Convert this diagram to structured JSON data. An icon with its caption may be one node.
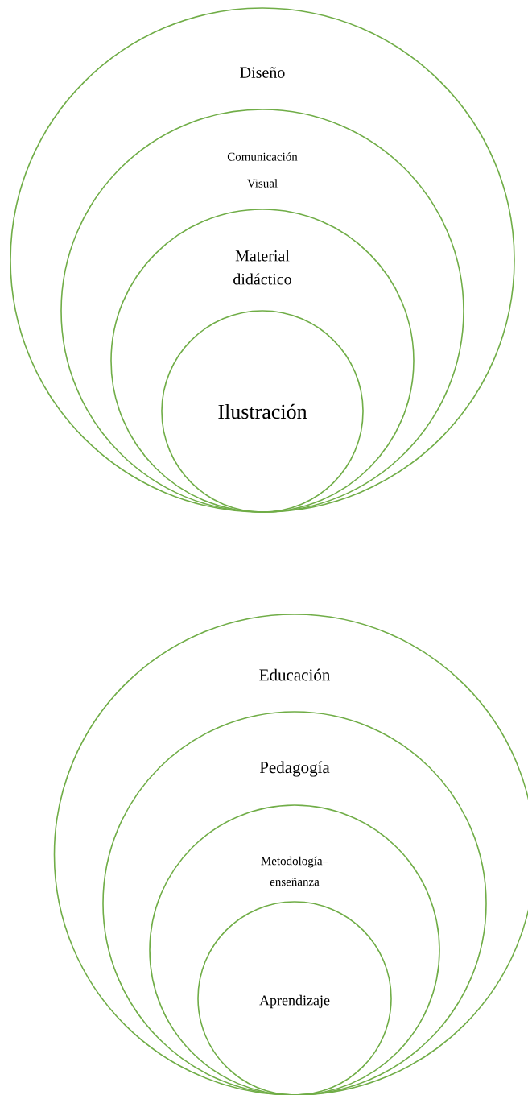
{
  "diagram": {
    "nodes": [
      {
        "text": [
          "Diseño"
        ]
      },
      {
        "text": [
          "Comunicación Visual"
        ],
        "in": 0
      },
      {
        "text": [
          "Material didáctico"
        ],
        "in": 1
      },
      {
        "text": [
          "Ilustración"
        ],
        "in": 2
      },
      {
        "text": [
          "Educación"
        ]
      },
      {
        "text": [
          "Pedagogía"
        ],
        "in": 4
      },
      {
        "text": [
          "Metodología– enseñanza"
        ],
        "in": 5
      },
      {
        "text": [
          "Aprendizaje"
        ],
        "in": 6
      }
    ]
  }
}
